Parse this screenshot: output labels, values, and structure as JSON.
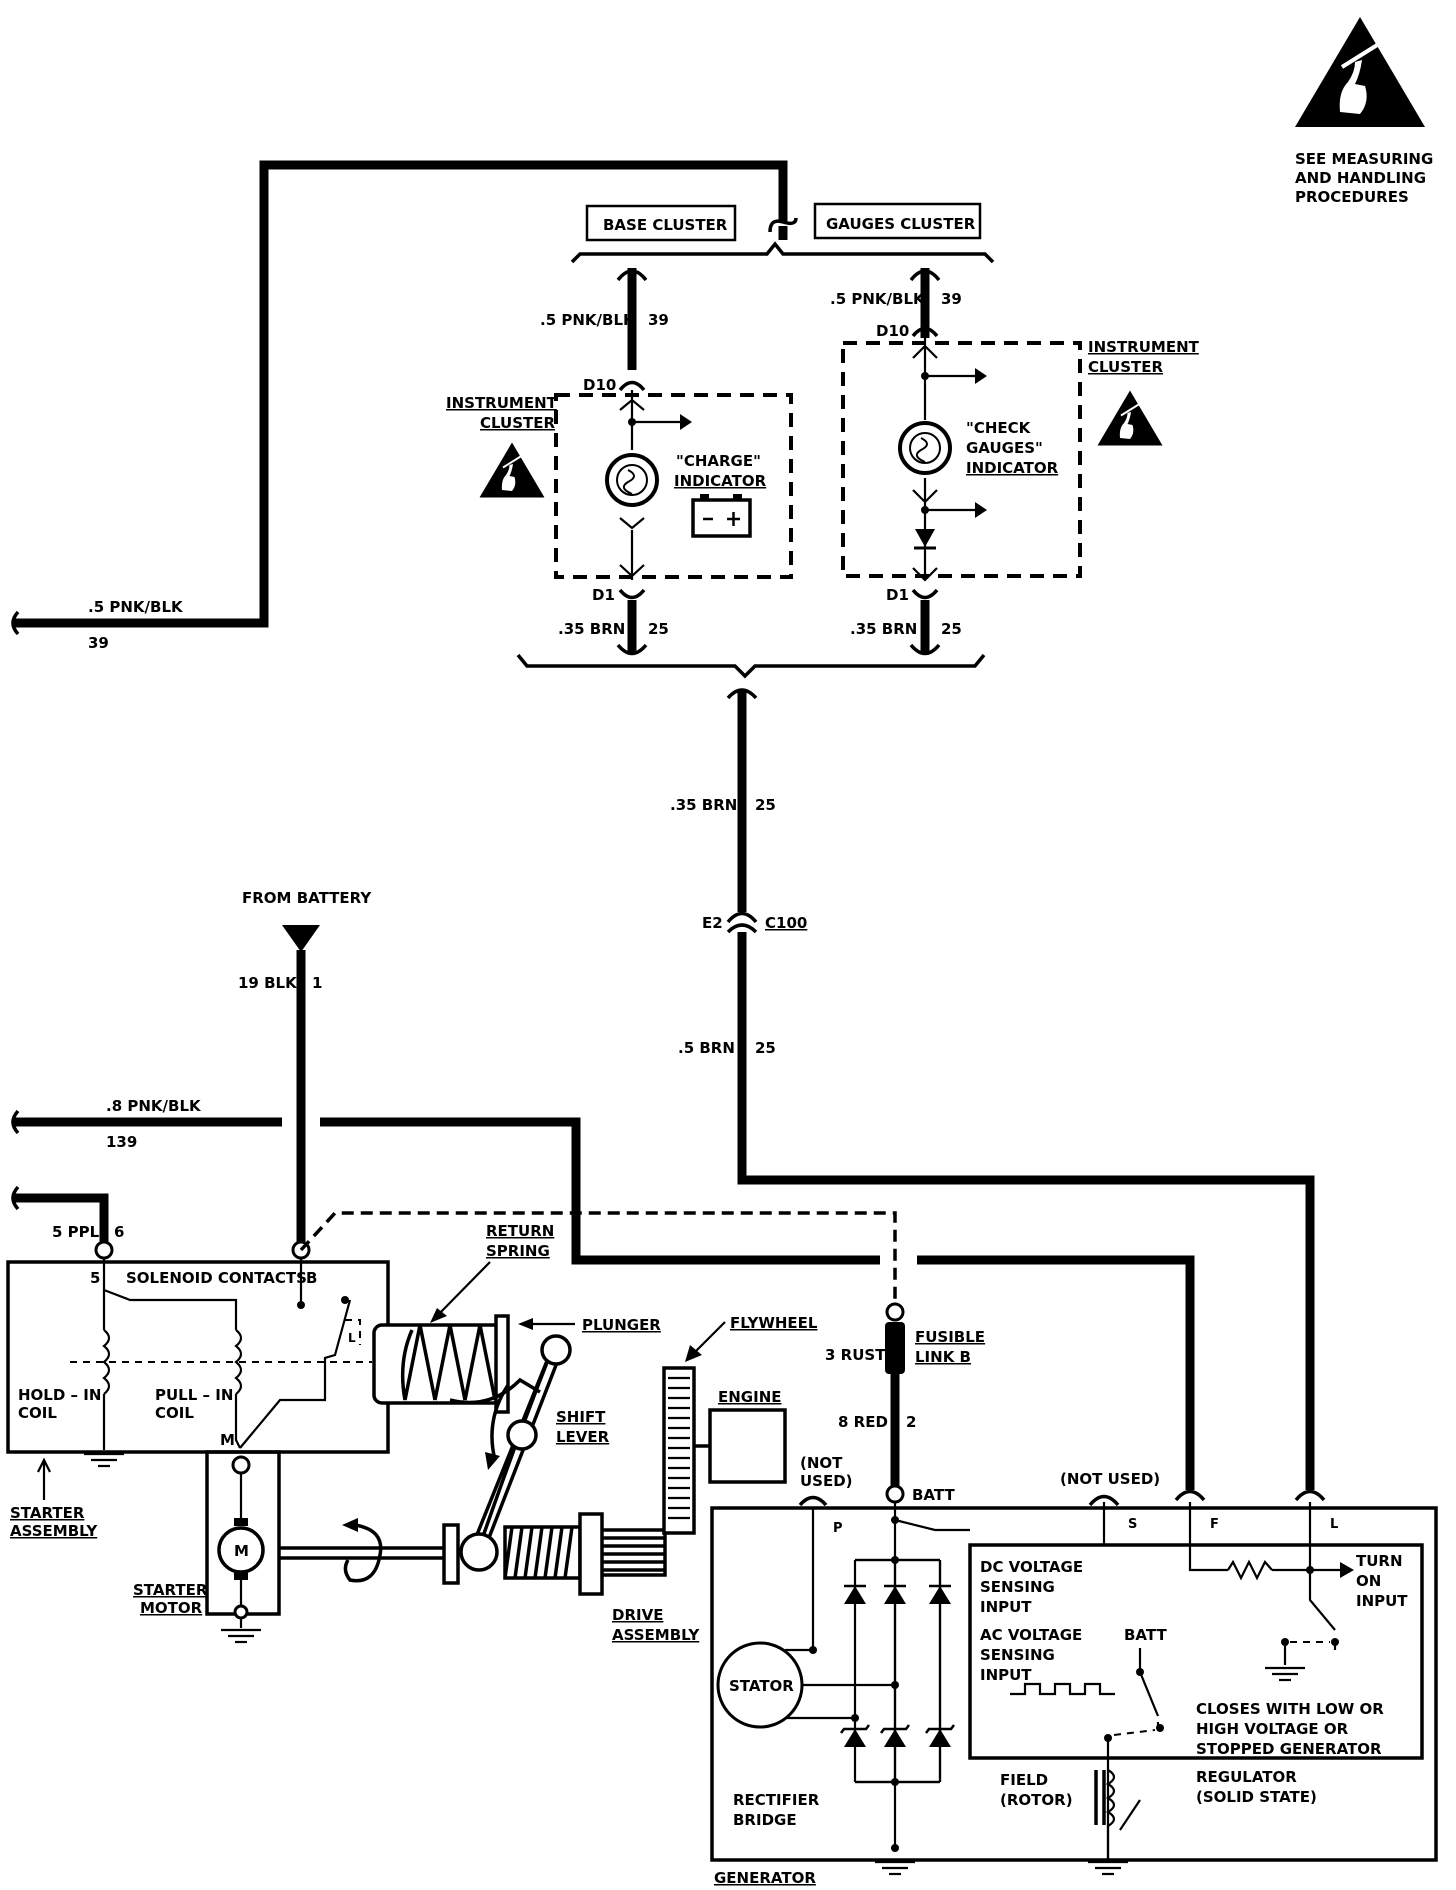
{
  "esd_note": [
    "SEE MEASURING",
    "AND HANDLING",
    "PROCEDURES"
  ],
  "clusters": {
    "base": "BASE CLUSTER",
    "gauges": "GAUGES CLUSTER",
    "instrument_left": [
      "INSTRUMENT",
      "CLUSTER"
    ],
    "instrument_right": [
      "INSTRUMENT",
      "CLUSTER"
    ]
  },
  "indicators": {
    "charge": [
      "\"CHARGE\"",
      "INDICATOR"
    ],
    "check_gauges": [
      "\"CHECK",
      "GAUGES\"",
      "INDICATOR"
    ]
  },
  "wires": {
    "pnk_blk_39": ".5 PNK/BLK",
    "c39": "39",
    "brn_35": ".35 BRN",
    "c25": "25",
    "brn_5": ".5 BRN",
    "pnk_blk_139": ".8 PNK/BLK",
    "c139": "139",
    "ppl": "5 PPL",
    "c6": "6",
    "blk19": "19 BLK",
    "c1": "1",
    "rust": "3 RUST",
    "red8": "8 RED",
    "c2": "2"
  },
  "pins": {
    "d10": "D10",
    "d1": "D1",
    "e2": "E2",
    "c100": "C100",
    "p5": "5",
    "b": "B",
    "m": "M",
    "l_switch": "L",
    "p": "P",
    "s": "S",
    "f": "F",
    "l": "L",
    "batt_term": "BATT"
  },
  "starter": {
    "from_battery": "FROM BATTERY",
    "solenoid_contacts": "SOLENOID CONTACTS",
    "hold_in_coil": [
      "HOLD – IN",
      "COIL"
    ],
    "pull_in_coil": [
      "PULL – IN",
      "COIL"
    ],
    "starter_assembly": [
      "STARTER",
      "ASSEMBLY"
    ],
    "starter_motor": [
      "STARTER",
      "MOTOR"
    ],
    "motor_symbol": "M",
    "return_spring": [
      "RETURN",
      "SPRING"
    ],
    "plunger": "PLUNGER",
    "flywheel": "FLYWHEEL",
    "engine": "ENGINE",
    "shift_lever": [
      "SHIFT",
      "LEVER"
    ],
    "drive_assembly": [
      "DRIVE",
      "ASSEMBLY"
    ]
  },
  "generator": {
    "not_used_p": [
      "(NOT",
      "USED)"
    ],
    "not_used_s": "(NOT USED)",
    "fusible_link": [
      "FUSIBLE",
      "LINK B"
    ],
    "dc_sensing": [
      "DC VOLTAGE",
      "SENSING",
      "INPUT"
    ],
    "ac_sensing": [
      "AC VOLTAGE",
      "SENSING",
      "INPUT"
    ],
    "batt": "BATT",
    "turn_on": [
      "TURN",
      "ON",
      "INPUT"
    ],
    "closes_with": [
      "CLOSES WITH LOW OR",
      "HIGH VOLTAGE OR",
      "STOPPED GENERATOR"
    ],
    "stator": "STATOR",
    "rectifier": [
      "RECTIFIER",
      "BRIDGE"
    ],
    "field": [
      "FIELD",
      "(ROTOR)"
    ],
    "regulator": [
      "REGULATOR",
      "(SOLID STATE)"
    ],
    "generator": "GENERATOR"
  }
}
